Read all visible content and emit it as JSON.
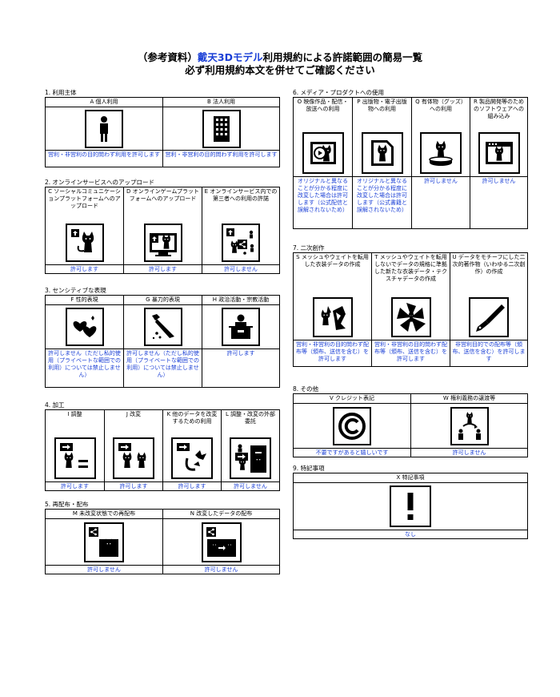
{
  "title": {
    "line1_prefix": "（参考資料）",
    "line1_brand": "戴天3Dモデル",
    "line1_suffix": "利用規約による許諾範囲の簡易一覧",
    "line2": "必ず利用規約本文を併せてご確認ください"
  },
  "sections": {
    "s1": {
      "heading": "1. 利用主体",
      "cols": [
        {
          "header": "A 個人利用",
          "icon": "person-icon",
          "footer": "営利・非営利の目的問わず利用を許可します"
        },
        {
          "header": "B 法人利用",
          "icon": "building-icon",
          "footer": "営利・非営利の目的問わず利用を許可します"
        }
      ]
    },
    "s2": {
      "heading": "2. オンラインサービスへのアップロード",
      "cols": [
        {
          "header": "C ソーシャルコミュニケーションプラットフォームへのアップロード",
          "icon": "social-upload-icon",
          "footer": "許可します"
        },
        {
          "header": "D オンラインゲームプラットフォームへのアップロード",
          "icon": "game-upload-icon",
          "footer": "許可します"
        },
        {
          "header": "E オンラインサービス内での第三者への利用の許諾",
          "icon": "share-third-party-icon",
          "footer": "許可しません"
        }
      ]
    },
    "s3": {
      "heading": "3. センシティブな表現",
      "cols": [
        {
          "header": "F 性的表現",
          "icon": "hearts-icon",
          "footer": "許可しません（ただし私的使用（プライベートな範囲での利用）については禁止しません）"
        },
        {
          "header": "G 暴力的表現",
          "icon": "knife-icon",
          "footer": "許可しません（ただし私的使用（プライベートな範囲での利用）については禁止しません）"
        },
        {
          "header": "H 政治活動・宗教活動",
          "icon": "podium-icon",
          "footer": "許可します"
        }
      ]
    },
    "s4": {
      "heading": "4. 加工",
      "cols": [
        {
          "header": "I 調整",
          "icon": "adjust-icon",
          "footer": "許可します"
        },
        {
          "header": "J 改変",
          "icon": "modify-icon",
          "footer": "許可します"
        },
        {
          "header": "K 他のデータを改変するための利用",
          "icon": "reuse-data-icon",
          "footer": "許可します"
        },
        {
          "header": "L 調整・改変の外部委託",
          "icon": "outsource-icon",
          "footer": "許可しません"
        }
      ]
    },
    "s5": {
      "heading": "5. 再配布・配布",
      "cols": [
        {
          "header": "M 未改変状態での再配布",
          "icon": "redistribute-icon",
          "footer": "許可しません"
        },
        {
          "header": "N 改変したデータの配布",
          "icon": "distribute-modified-icon",
          "footer": "許可しません"
        }
      ]
    },
    "s6": {
      "heading": "6. メディア・プロダクトへの使用",
      "cols": [
        {
          "header": "O 映像作品・配信・放送への利用",
          "icon": "video-icon",
          "footer": "オリジナルと異なることが分かる程度に改変した場合は許可します（公式配信と誤解されないため）"
        },
        {
          "header": "P 出版物・電子出版物への利用",
          "icon": "publication-icon",
          "footer": "オリジナルと異なることが分かる程度に改変した場合は許可します（公式書籍と誤解されないため）"
        },
        {
          "header": "Q 有体物（グッズ）への利用",
          "icon": "figure-icon",
          "footer": "許可しません"
        },
        {
          "header": "R 製品開発等のためのソフトウェアへの組み込み",
          "icon": "software-icon",
          "footer": "許可しません"
        }
      ]
    },
    "s7": {
      "heading": "7. 二次創作",
      "cols": [
        {
          "header": "S メッシュやウェイトを転用した衣装データの作成",
          "icon": "costume-icon",
          "footer": "営利・非営利の目的問わず配布等（頒布、送信を含む）を許可します"
        },
        {
          "header": "T メッシュやウェイトを転用しないでデータの規格に準拠した新たな衣装データ・テクスチャデータの作成",
          "icon": "texture-icon",
          "footer": "営利・非営利の目的問わず配布等（頒布、送信を含む）を許可します"
        },
        {
          "header": "U データをモチーフにした二次的著作物（いわゆる二次創作）の作成",
          "icon": "pen-icon",
          "footer": "非営利目的での配布等（頒布、送信を含む）を許可します"
        }
      ]
    },
    "s8": {
      "heading": "8. その他",
      "cols": [
        {
          "header": "V クレジット表記",
          "icon": "copyright-icon",
          "footer": "不要ですがあると嬉しいです"
        },
        {
          "header": "W 権利義務の譲渡等",
          "icon": "transfer-icon",
          "footer": "許可しません"
        }
      ]
    },
    "s9": {
      "heading": "9. 特記事項",
      "cols": [
        {
          "header": "X 特記事項",
          "icon": "exclamation-icon",
          "footer": "なし"
        }
      ]
    }
  },
  "colors": {
    "link_blue": "#1a3fd6",
    "border": "#000000"
  }
}
